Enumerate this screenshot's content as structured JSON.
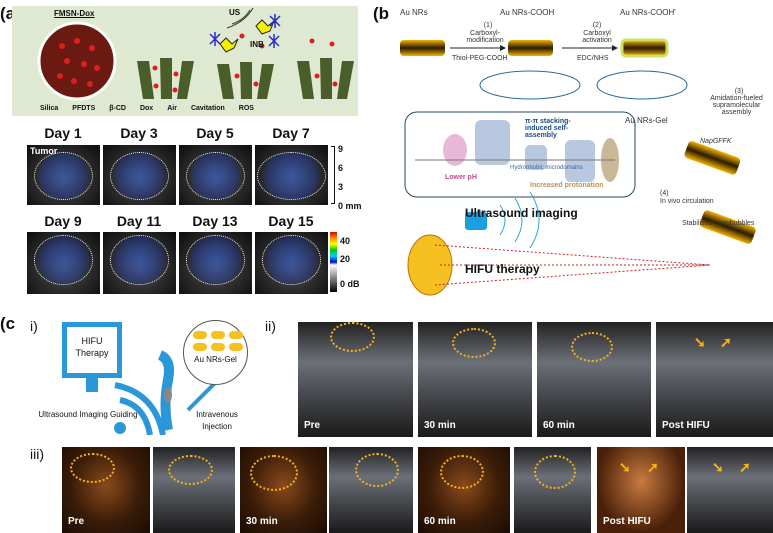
{
  "panel_a": {
    "label": "(a",
    "schematic": {
      "title": "FMSN-Dox",
      "us_label": "US",
      "inb_label": "INB",
      "legend": [
        "Silica",
        "PFDTS",
        "β-CD",
        "Dox",
        "Air",
        "Cavitation",
        "ROS"
      ],
      "colors": {
        "background": "#dfe9d2",
        "silica": "#4a5e2a",
        "dox": "#e01e1e",
        "ros": "#2a2ad0",
        "cavitation": "#f5f000"
      }
    },
    "row1_days": [
      "Day 1",
      "Day 3",
      "Day 5",
      "Day 7"
    ],
    "row2_days": [
      "Day 9",
      "Day 11",
      "Day 13",
      "Day 15"
    ],
    "tumor_label": "Tumor",
    "depth_ticks": [
      "9",
      "6",
      "3",
      "0 mm"
    ],
    "colorbar_ticks": [
      "40",
      "20",
      "0 dB"
    ]
  },
  "panel_b": {
    "label": "(b",
    "stages": [
      "Au NRs",
      "Au NRs-COOH",
      "Au NRs-COOH'"
    ],
    "step1": {
      "num": "(1)",
      "text": "Carboxyl-modification",
      "reagent": "Thiol-PEG-COOH"
    },
    "step2": {
      "num": "(2)",
      "text": "Carboxyl activation",
      "reagent": "EDC/NHS"
    },
    "step3": {
      "num": "(3)",
      "text": "Amidation-fueled supramolecular assembly"
    },
    "peptide": "NapGFFK",
    "gel_label": "Au NRs-Gel",
    "stacking": "π-π stacking-induced self-assembly",
    "hydrophobic": "Hydrophobic microdomains",
    "lower_ph": "Lower pH",
    "protonation": "Increased protonation",
    "step4": {
      "num": "(4)",
      "text": "In vivo circulation"
    },
    "nanobubbles": "Stabilized nanobubbles",
    "us_imaging": "Ultrasound imaging",
    "hifu": "HIFU therapy"
  },
  "panel_c": {
    "label": "(c",
    "i": {
      "label": "i)",
      "monitor": "HIFU Therapy",
      "gel": "Au NRs-Gel",
      "guide": "Ultrasound Imaging Guiding",
      "injection": "Intravenous Injection"
    },
    "ii": {
      "label": "ii)",
      "frames": [
        "Pre",
        "30 min",
        "60 min",
        "Post HIFU"
      ]
    },
    "iii": {
      "label": "iii)",
      "frames": [
        "Pre",
        "30 min",
        "60 min",
        "Post HIFU"
      ]
    }
  }
}
